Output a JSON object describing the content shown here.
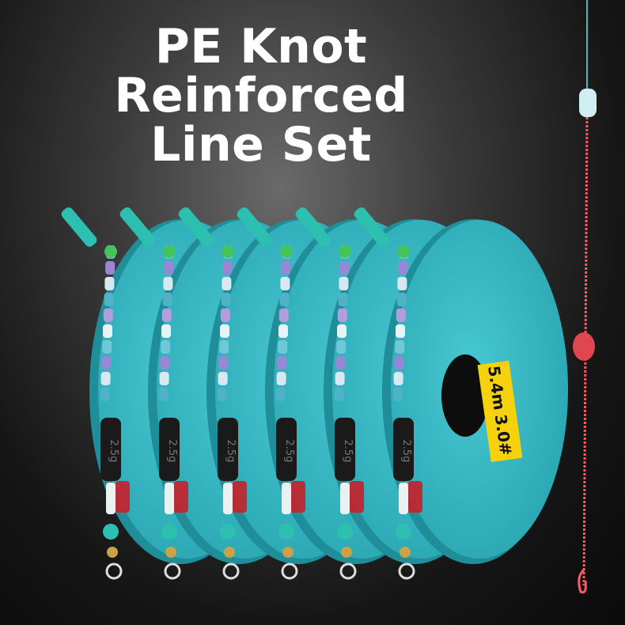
{
  "title": {
    "line1": "PE Knot Reinforced",
    "line2": "Line Set"
  },
  "spool_label": {
    "length": "5.4m",
    "size": "3.0#"
  },
  "tube_print": "2.5g",
  "spool_count": 6,
  "colors": {
    "spool": "#34b9c4",
    "spool_dark": "#1f8e99",
    "tube": "#2dbfb0",
    "label": "#f5d20c",
    "line": "#ff5a63",
    "float": "#e0464f"
  }
}
